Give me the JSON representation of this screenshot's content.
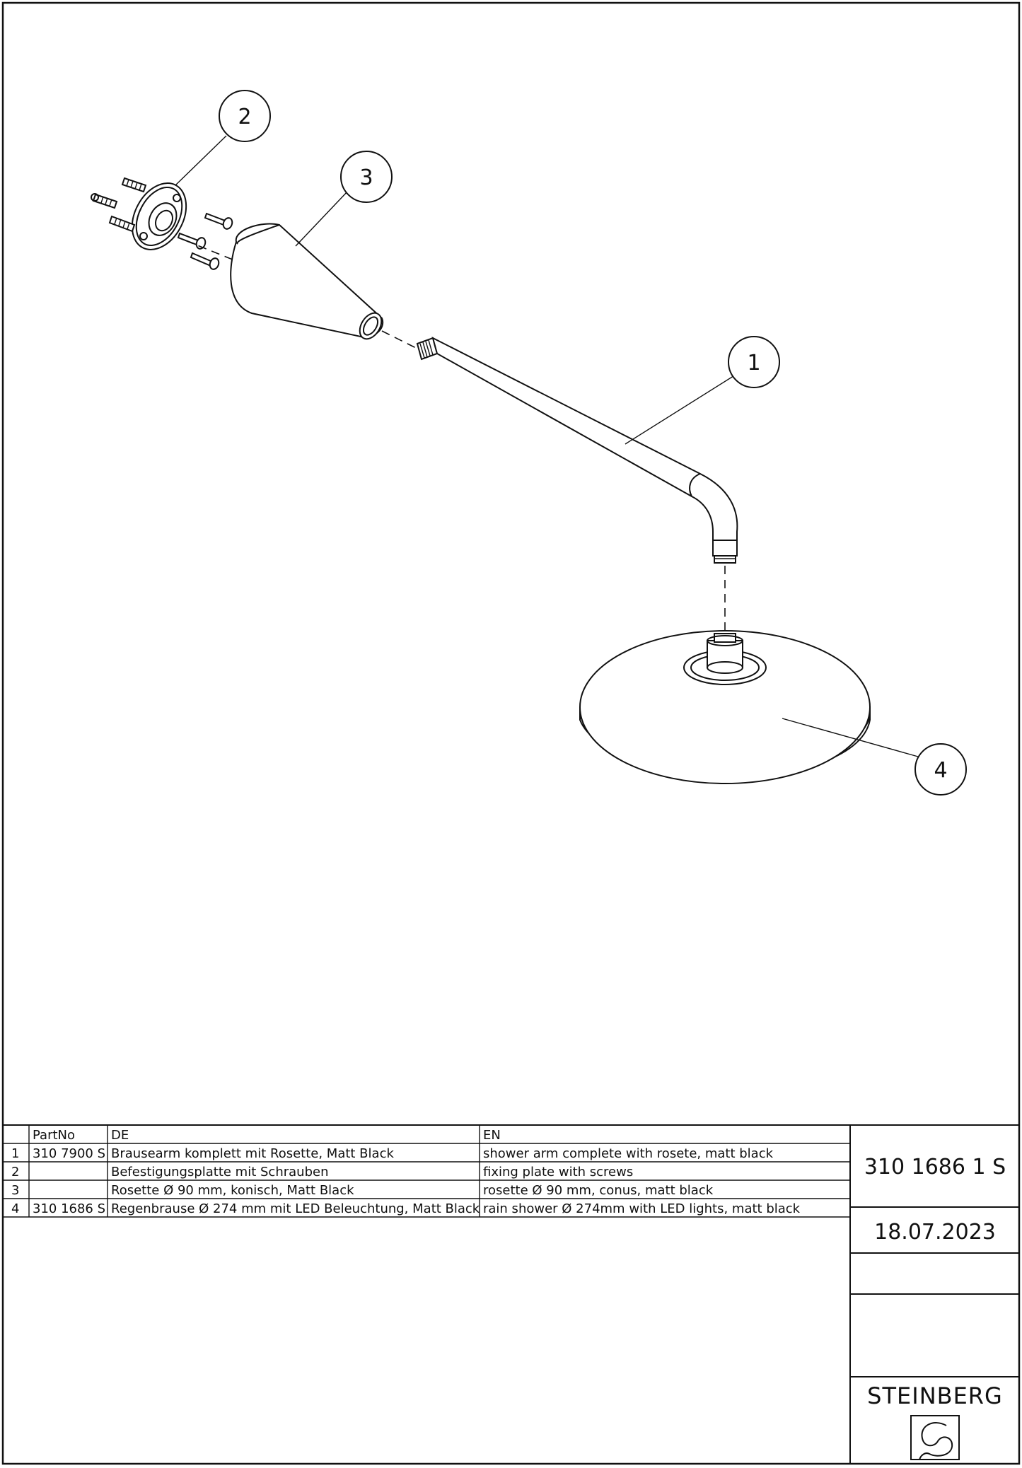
{
  "callouts": [
    {
      "number": "1"
    },
    {
      "number": "2"
    },
    {
      "number": "3"
    },
    {
      "number": "4"
    }
  ],
  "parts_table": {
    "headers": {
      "index": "",
      "part_no": "PartNo",
      "de": "DE",
      "en": "EN"
    },
    "rows": [
      {
        "index": "1",
        "part_no": "310 7900 S",
        "de": "Brausearm komplett mit Rosette, Matt Black",
        "en": "shower arm complete with rosete, matt black"
      },
      {
        "index": "2",
        "part_no": "",
        "de": "Befestigungsplatte mit Schrauben",
        "en": "fixing plate with screws"
      },
      {
        "index": "3",
        "part_no": "",
        "de": "Rosette Ø 90 mm, konisch, Matt Black",
        "en": "rosette Ø 90 mm, conus, matt black"
      },
      {
        "index": "4",
        "part_no": "310 1686 S",
        "de": "Regenbrause Ø 274 mm mit LED Beleuchtung, Matt Black",
        "en": "rain shower Ø 274mm with LED lights, matt black"
      }
    ]
  },
  "title_block": {
    "article_number": "310 1686 1 S",
    "date": "18.07.2023",
    "brand": "STEINBERG",
    "logo_icon": "steinberg-logo-icon"
  }
}
